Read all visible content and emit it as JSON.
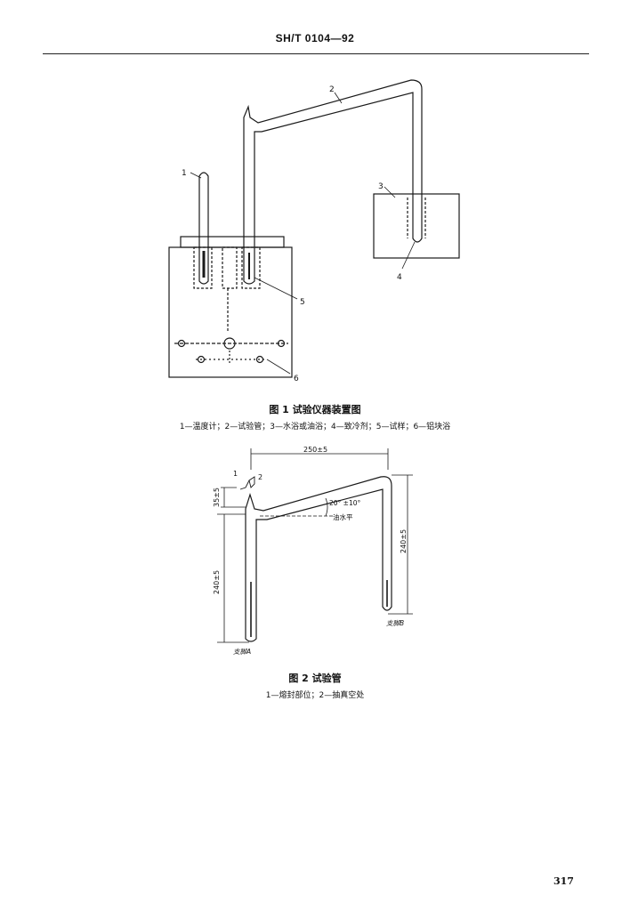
{
  "header": {
    "standard_code": "SH/T 0104—92"
  },
  "figure1": {
    "labels": [
      "1",
      "2",
      "3",
      "4",
      "5",
      "6"
    ],
    "caption": "图 1   试验仪器装置图",
    "legend": "1—温度计；2—试验管；3—水浴或油浴；4—致冷剂；5—试样；6—铝块浴"
  },
  "figure2": {
    "labels": [
      "1",
      "2"
    ],
    "dim_width": "250±5",
    "dim_top": "35±5",
    "dim_left_height": "240±5",
    "dim_right_height": "240±5",
    "angle": "20° ±10°",
    "horizontal": "油水平",
    "foot_a": "支脚A",
    "foot_b": "支脚B",
    "caption": "图 2   试验管",
    "legend": "1—熔封部位；2—抽真空处"
  },
  "page_number": "317"
}
